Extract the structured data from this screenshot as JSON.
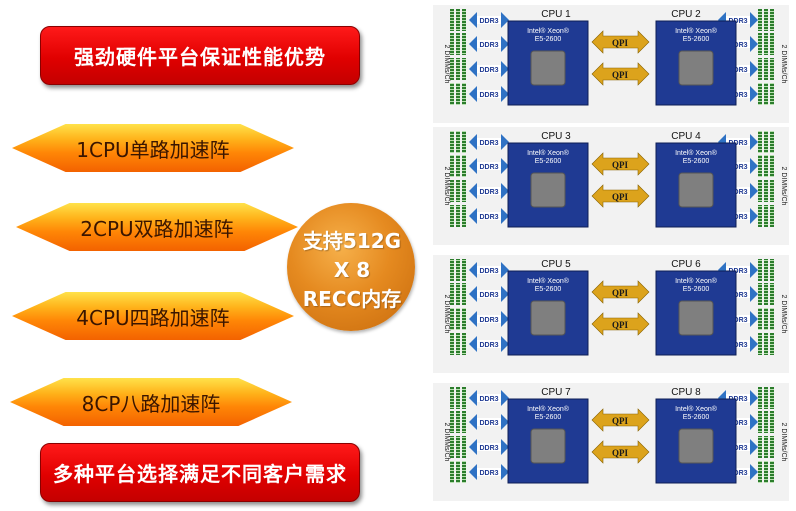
{
  "left_panel": {
    "top_banner": "强劲硬件平台保证性能优势",
    "arrows": [
      "1CPU单路加速阵",
      "2CPU双路加速阵",
      "4CPU四路加速阵",
      "8CP八路加速阵"
    ],
    "bottom_banner": "多种平台选择满足不同客户需求",
    "circle_lines": [
      "支持512G",
      "X 8",
      "RECC内存"
    ]
  },
  "diagram": {
    "side_label": "2 DIMMs/Ch",
    "dimm_label": "DDR3",
    "link_label": "QPI",
    "chip_brand": "Intel® Xeon®",
    "chip_model": "E5-2600",
    "cpu_prefix": "CPU",
    "rows": [
      {
        "left": "1",
        "right": "2"
      },
      {
        "left": "3",
        "right": "4"
      },
      {
        "left": "5",
        "right": "6"
      },
      {
        "left": "7",
        "right": "8"
      }
    ],
    "colors": {
      "cpu": "#1f3a93",
      "die": "#7f7f7f",
      "dimm": "#2c7d2c",
      "qpi": "#dca31c",
      "ddr_arrow": "#2f72c4"
    }
  }
}
